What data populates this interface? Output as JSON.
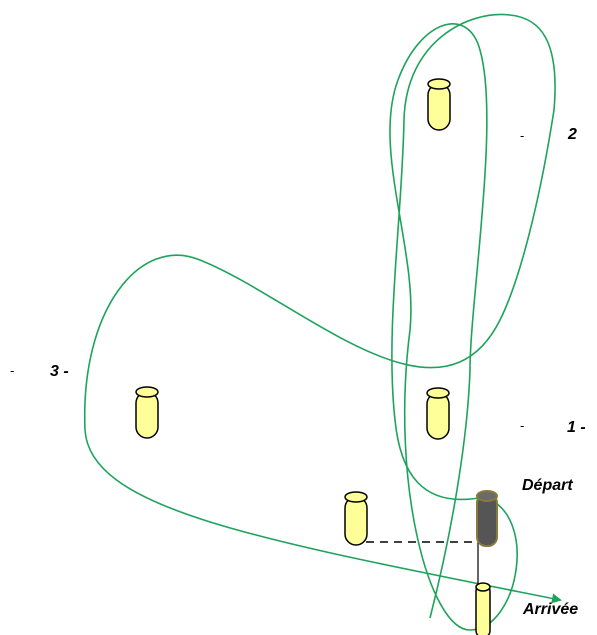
{
  "diagram": {
    "labels": {
      "marker_2": "2",
      "marker_1": "1 -",
      "marker_3": "3 -",
      "depart": "Départ",
      "arrivee": "Arrivée"
    },
    "dashes": {
      "d2": "-",
      "d1": "-",
      "d3": "-"
    },
    "colors": {
      "path": "#1fa35c",
      "post_fill": "#ffff99",
      "post_stroke": "#000000",
      "start_post_fill": "#555555",
      "start_post_stroke": "#8a7a3a"
    }
  }
}
